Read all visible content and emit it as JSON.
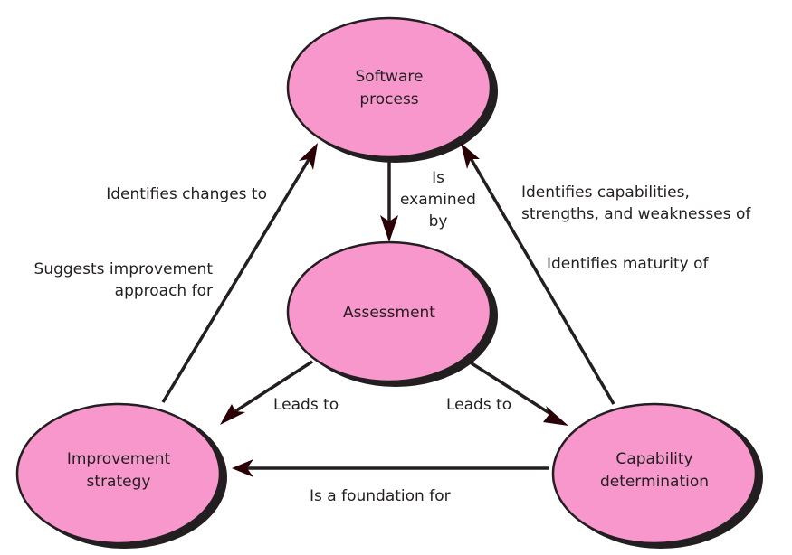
{
  "diagram": {
    "nodes": {
      "software_process": {
        "lines": [
          "Software",
          "process"
        ]
      },
      "assessment": {
        "lines": [
          "Assessment"
        ]
      },
      "improvement_strategy": {
        "lines": [
          "Improvement",
          "strategy"
        ]
      },
      "capability_determination": {
        "lines": [
          "Capability",
          "determination"
        ]
      }
    },
    "edges": {
      "examined_by": {
        "from": "software_process",
        "to": "assessment",
        "lines": [
          "Is",
          "examined",
          "by"
        ]
      },
      "identifies_changes_to": {
        "from": "improvement_strategy",
        "to": "software_process",
        "lines": [
          "Identifies changes to"
        ]
      },
      "suggests_improvement": {
        "from": "improvement_strategy",
        "to": "software_process",
        "lines": [
          "Suggests improvement",
          "approach for"
        ]
      },
      "identifies_capabilities": {
        "from": "capability_determination",
        "to": "software_process",
        "lines": [
          "Identifies capabilities,",
          "strengths, and weaknesses of"
        ]
      },
      "identifies_maturity": {
        "from": "capability_determination",
        "to": "software_process",
        "lines": [
          "Identifies maturity of"
        ]
      },
      "leads_to_left": {
        "from": "assessment",
        "to": "improvement_strategy",
        "lines": [
          "Leads to"
        ]
      },
      "leads_to_right": {
        "from": "assessment",
        "to": "capability_determination",
        "lines": [
          "Leads to"
        ]
      },
      "foundation_for": {
        "from": "capability_determination",
        "to": "improvement_strategy",
        "lines": [
          "Is a foundation for"
        ]
      }
    },
    "colors": {
      "node_fill": "#f797cc",
      "outline": "#231f20",
      "arrowhead": "#2a0006"
    }
  }
}
